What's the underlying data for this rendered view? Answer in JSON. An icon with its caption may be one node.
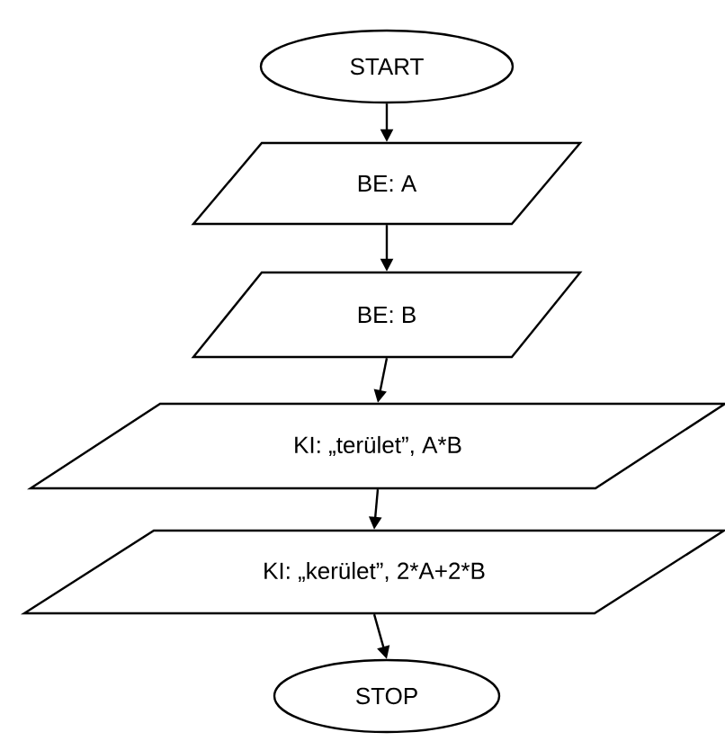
{
  "diagram": {
    "nodes": [
      {
        "text": [
          "START"
        ]
      },
      {
        "text": [
          "BE: A"
        ]
      },
      {
        "text": [
          "BE: B"
        ]
      },
      {
        "text": [
          "KI: „terület”,  A*B"
        ]
      },
      {
        "text": [
          "KI: „kerület”, 2*A+2*B"
        ]
      },
      {
        "text": [
          "STOP"
        ]
      }
    ],
    "edges": [
      {
        "from": 0,
        "to": 1,
        "arrow": "to"
      },
      {
        "from": 1,
        "to": 2,
        "arrow": "to"
      },
      {
        "from": 2,
        "to": 3,
        "arrow": "to"
      },
      {
        "from": 3,
        "to": 4,
        "arrow": "to"
      },
      {
        "from": 4,
        "to": 5,
        "arrow": "to"
      }
    ]
  }
}
